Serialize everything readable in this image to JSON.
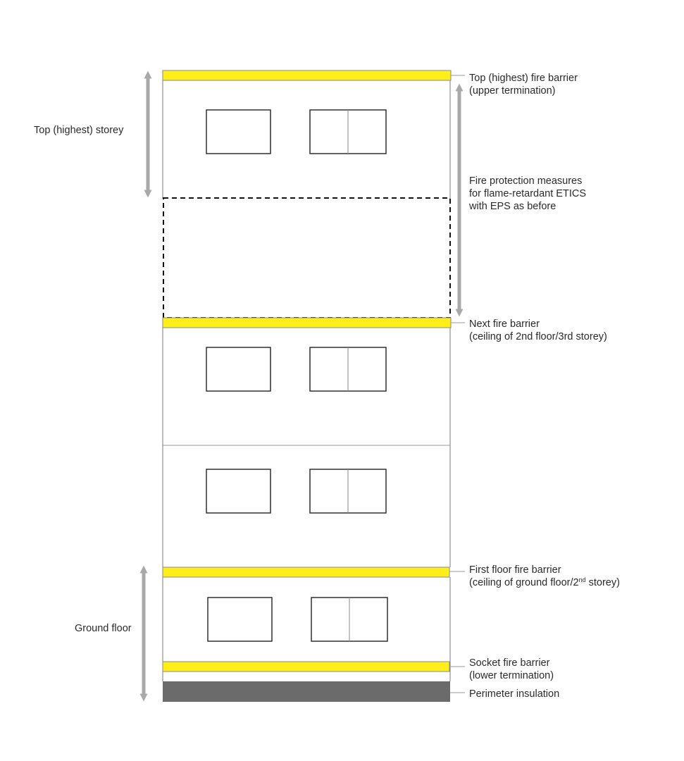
{
  "colors": {
    "fire_barrier": "#ffee1a",
    "perimeter_insulation": "#6b6b6b",
    "arrow": "#a9a9a9",
    "outline": "#7a7a7a",
    "window": "#222222",
    "text": "#2a2a2a"
  },
  "left_labels": {
    "top_storey": "Top (highest) storey",
    "ground_floor": "Ground floor"
  },
  "right_labels": {
    "top_barrier": {
      "line1": "Top (highest) fire barrier",
      "line2": "(upper termination)"
    },
    "fire_protection": {
      "line1": "Fire protection measures",
      "line2": "for flame-retardant ETICS",
      "line3": "with EPS as before"
    },
    "next_barrier": {
      "line1": "Next fire barrier",
      "line2": "(ceiling of 2nd floor/3rd storey)"
    },
    "first_floor_barrier": {
      "line1": "First floor fire barrier",
      "line2_before_sup": "(ceiling of ground floor/2",
      "line2_sup": "nd",
      "line2_after_sup": " storey)"
    },
    "socket_barrier": {
      "line1": "Socket fire barrier",
      "line2": "(lower termination)"
    },
    "perimeter": {
      "line1": "Perimeter insulation"
    }
  }
}
